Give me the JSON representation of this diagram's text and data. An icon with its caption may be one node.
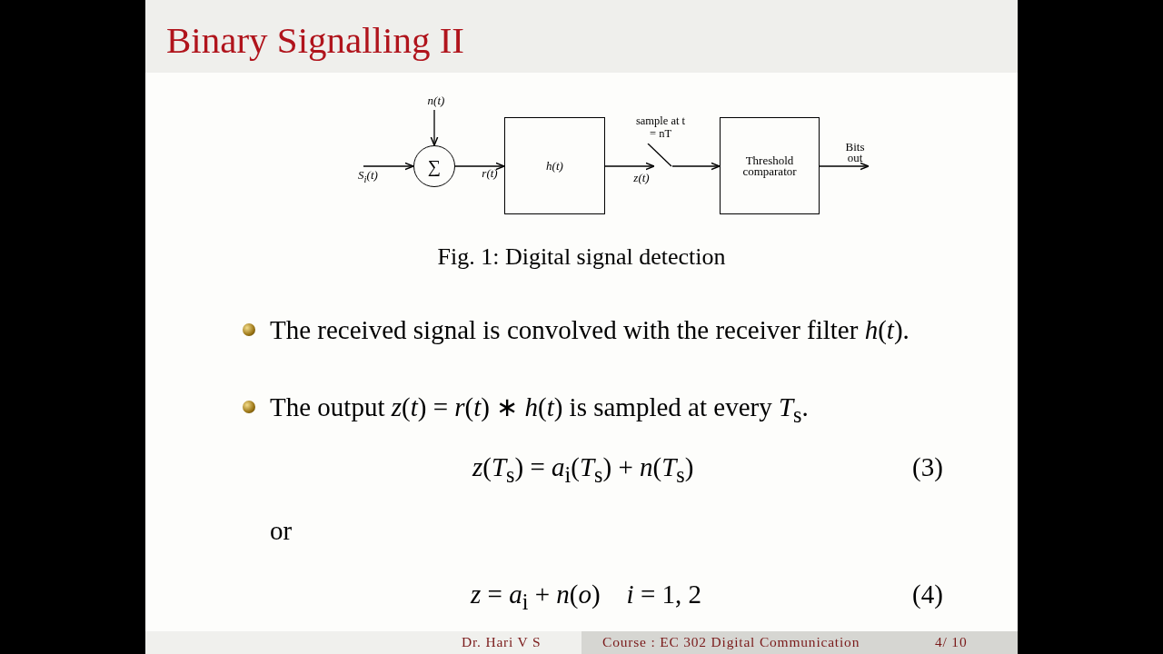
{
  "diagram": {
    "title": "Binary Signalling II",
    "caption": "Fig.  1: Digital signal detection",
    "nodes": [
      {
        "text": [
          "n(t)"
        ]
      },
      {
        "text": [
          "∑"
        ]
      },
      {
        "text": [
          "h(t)"
        ]
      },
      {
        "text": [],
        "shape": "switch",
        "beside": [
          "sample at t = nT"
        ]
      },
      {
        "text": [
          "Threshold comparator"
        ]
      }
    ],
    "edges": [
      {
        "from": null,
        "to": 1,
        "arrow": "to",
        "label": "S$_{i}$(t)"
      },
      {
        "from": 0,
        "to": 1,
        "arrow": "to"
      },
      {
        "from": 1,
        "to": 2,
        "arrow": "to",
        "label": "r(t)"
      },
      {
        "from": 2,
        "to": 3,
        "arrow": "to",
        "label": "z(t)"
      },
      {
        "from": 3,
        "to": 4,
        "arrow": "to"
      },
      {
        "from": 4,
        "to": null,
        "arrow": "to",
        "label": "Bits out"
      }
    ],
    "labels": [
      "The received signal is convolved with the receiver filter *h*(*t*).",
      "The output *z*(*t*) = *r*(*t*) ∗ *h*(*t*) is sampled at every *T*$_{s}$.",
      "*z*(*T*$_{s}$) = *a*$_{i}$(*T*$_{s}$) + *n*(*T*$_{s}$)",
      "(3)",
      "or",
      "*z* = *a*$_{i}$ + *n*(*o*)    *i* = 1, 2",
      "(4)",
      "Dr. Hari V S",
      "Course : EC 302 Digital Communication",
      "4/ 10"
    ]
  }
}
